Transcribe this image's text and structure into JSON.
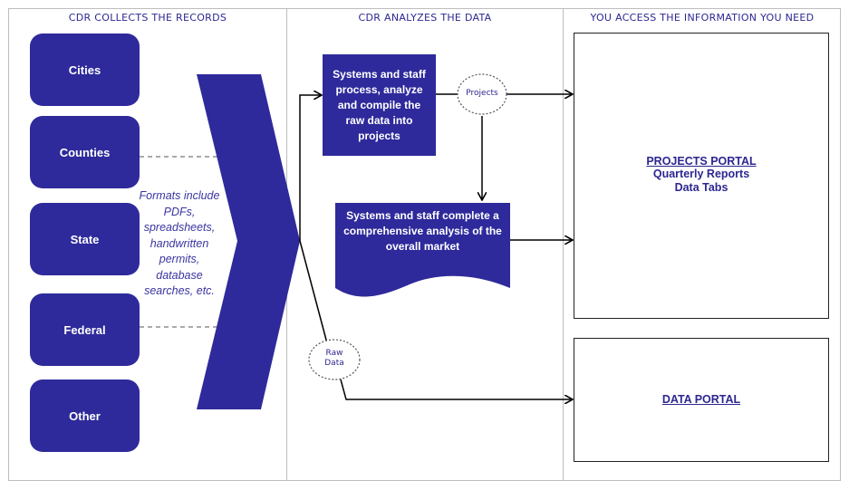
{
  "columns": [
    {
      "heading": "CDR COLLECTS THE RECORDS"
    },
    {
      "heading": "CDR ANALYZES THE DATA"
    },
    {
      "heading": "YOU ACCESS THE INFORMATION YOU NEED"
    }
  ],
  "sources": [
    "Cities",
    "Counties",
    "State",
    "Federal",
    "Other"
  ],
  "formats_note": "Formats include PDFs, spreadsheets, handwritten permits, database searches, etc.",
  "process_box": "Systems and staff process, analyze and compile the raw data into projects",
  "analysis_doc": "Systems and staff complete a comprehensive analysis of the overall market",
  "bubbles": {
    "projects": "Projects",
    "raw_data_1": "Raw",
    "raw_data_2": "Data"
  },
  "projects_portal": {
    "title": "PROJECTS PORTAL",
    "line1": "Quarterly Reports",
    "line2": "Data Tabs"
  },
  "data_portal": {
    "title": "DATA PORTAL"
  },
  "colors": {
    "primary": "#2e2a9b",
    "text": "#2d2790",
    "divider": "#bdbdbd"
  }
}
